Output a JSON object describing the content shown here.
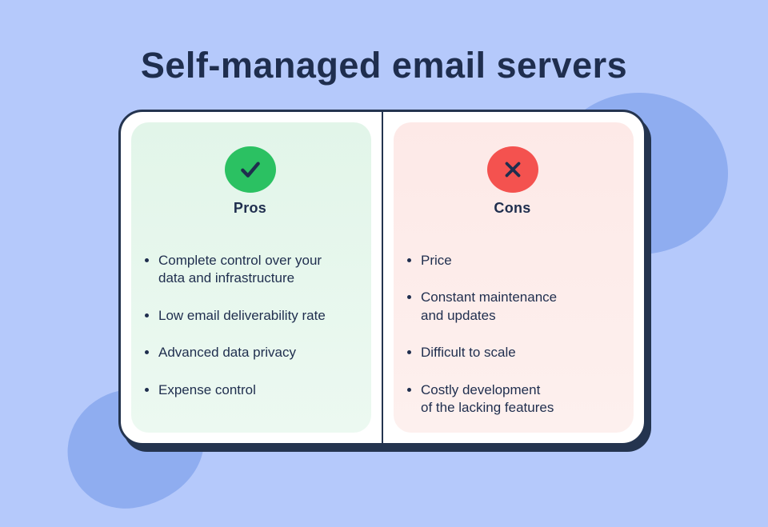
{
  "title": "Self-managed email servers",
  "colors": {
    "background": "#b5c9fb",
    "blob": "#8fadf0",
    "navy": "#24344f",
    "text": "#1f2e4e",
    "pros_accent": "#2bc162",
    "cons_accent": "#f4524f",
    "pros_panel": "#e2f5e9",
    "cons_panel": "#fde9e7",
    "card_background": "#ffffff"
  },
  "columns": [
    {
      "id": "pros",
      "label": "Pros",
      "icon": "check-icon",
      "items": [
        "Complete control over your\ndata and infrastructure",
        "Low email deliverability rate",
        "Advanced data privacy",
        "Expense control"
      ]
    },
    {
      "id": "cons",
      "label": "Cons",
      "icon": "x-icon",
      "items": [
        "Price",
        "Constant maintenance\nand updates",
        "Difficult to scale",
        "Costly development\nof the lacking features"
      ]
    }
  ]
}
